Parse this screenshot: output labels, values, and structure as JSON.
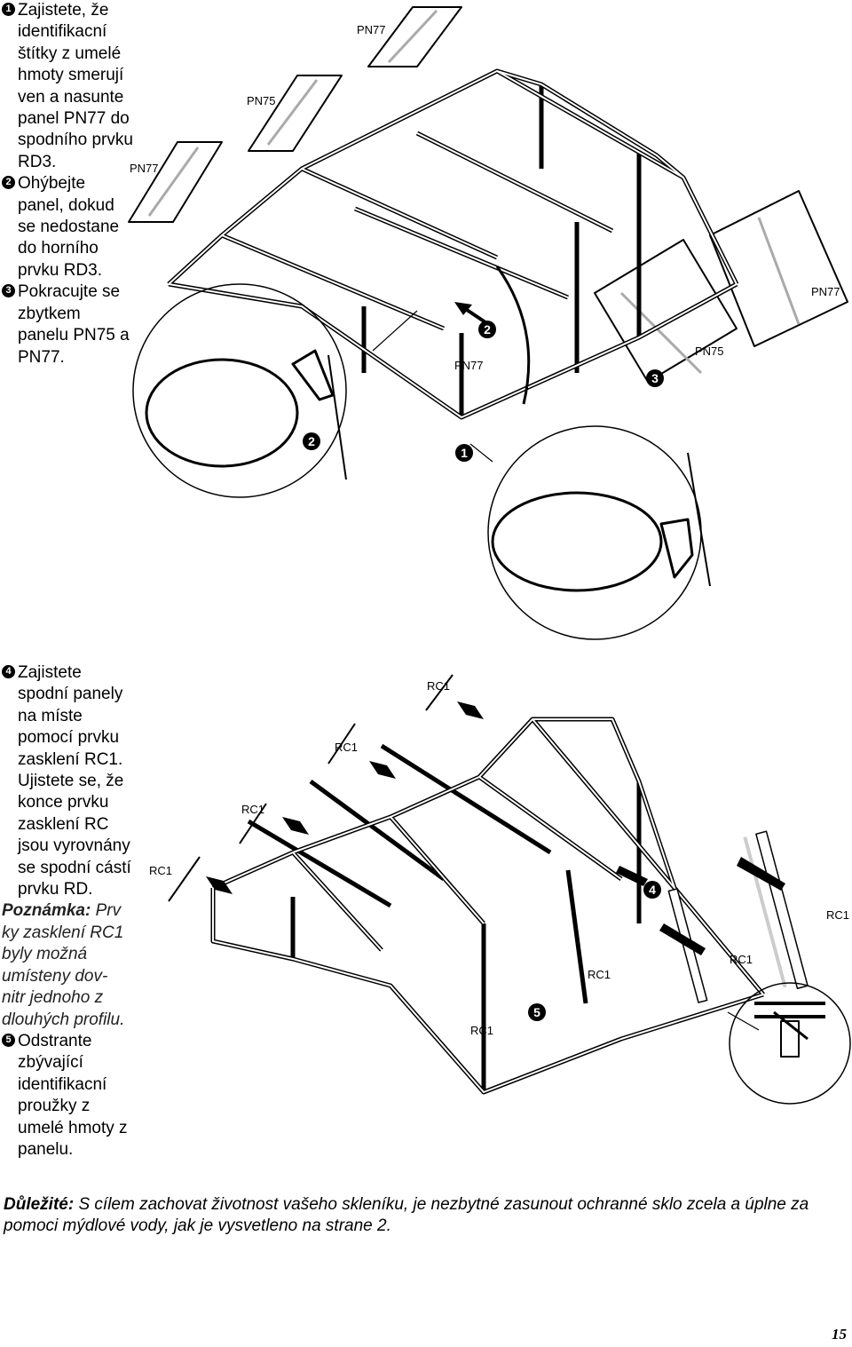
{
  "section1": {
    "steps": [
      {
        "num": "1",
        "text": "Zajistete, že identifikacní štítky z umelé hmoty smerují ven a nasunte panel PN77 do spodního prvku RD3."
      },
      {
        "num": "2",
        "text": "Ohýbejte panel, dokud se nedostane do horního prvku RD3."
      },
      {
        "num": "3",
        "text": "Pokracujte se zbytkem panelu PN75 a PN77."
      }
    ]
  },
  "section2": {
    "step4": {
      "num": "4",
      "text": "Zajistete spodní panely na míste pomocí prvku zasklení RC1. Ujistete se, že konce prvku zasklení RC jsou vyrovnány se spodní cástí prvku RD."
    },
    "note": {
      "label": "Poznámka:",
      "text": " Prv ky zasklení RC1 byly možná umísteny dov- nitr jednoho z dlouhých profilu."
    },
    "step5": {
      "num": "5",
      "text": "Odstrante zbývající identifikacní proužky z umelé hmoty z panelu."
    }
  },
  "figure1": {
    "labels": {
      "pn77_top": "PN77",
      "pn75_top": "PN75",
      "pn77_left": "PN77",
      "pn77_right": "PN77",
      "pn75_right": "PN75",
      "pn77_mid": "PN77"
    },
    "badges": [
      "2",
      "3",
      "2",
      "1"
    ]
  },
  "figure2": {
    "labels": {
      "rc1_a": "RC1",
      "rc1_b": "RC1",
      "rc1_c": "RC1",
      "rc1_d": "RC1",
      "rc1_e": "RC1",
      "rc1_f": "RC1",
      "rc1_g": "RC1",
      "rc1_h": "RC1"
    },
    "badges": [
      "4",
      "5"
    ]
  },
  "important": {
    "label": "Důležité:",
    "text": " S cílem zachovat životnost vašeho skleníku, je nezbytné zasunout ochranné sklo zcela a úplne za pomoci mýdlové vody, jak je vysvetleno na strane 2."
  },
  "page_number": "15"
}
